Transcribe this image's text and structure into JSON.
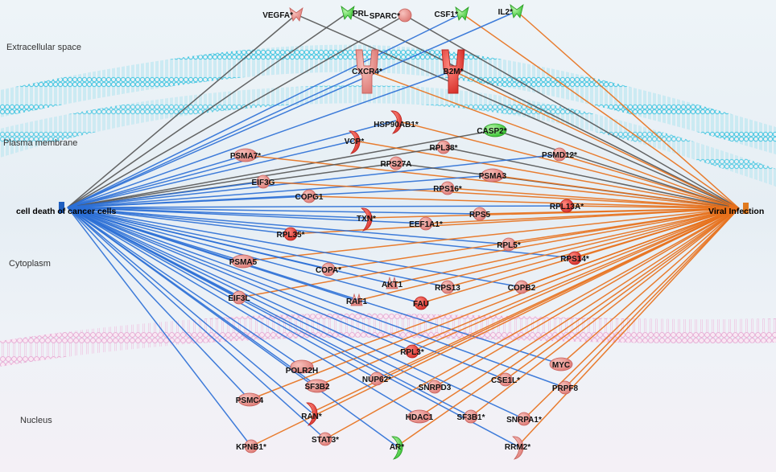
{
  "locations": {
    "extracellular": "Extracellular space",
    "plasma_membrane": "Plasma membrane",
    "cytoplasm": "Cytoplasm",
    "nucleus": "Nucleus"
  },
  "endpoints": {
    "left": "cell death of cancer cells",
    "right": "Viral Infection"
  },
  "colors": {
    "left_edges": "#2b6fd6",
    "right_edges": "#e8701a",
    "mixed_edges": "#555555",
    "node_red": "#e8453c",
    "node_pink": "#e88a8a",
    "node_green": "#4cd64a",
    "left_box": "#1f5fbf",
    "right_box": "#e07a1f"
  },
  "nodes": [
    {
      "key": "vegfa",
      "label": "VEGFA*",
      "shape": "ligand",
      "color": "pink"
    },
    {
      "key": "prl",
      "label": "PRL",
      "shape": "ligand",
      "color": "green"
    },
    {
      "key": "sparc",
      "label": "SPARC*",
      "shape": "circle",
      "color": "pink"
    },
    {
      "key": "csf1",
      "label": "CSF1*",
      "shape": "ligand",
      "color": "green"
    },
    {
      "key": "il2",
      "label": "IL2*",
      "shape": "ligand",
      "color": "green"
    },
    {
      "key": "cxcr4",
      "label": "CXCR4*",
      "shape": "receptor",
      "color": "pink"
    },
    {
      "key": "b2m",
      "label": "B2M*",
      "shape": "receptor",
      "color": "red"
    },
    {
      "key": "hsp90ab1",
      "label": "HSP90AB1*",
      "shape": "crescent",
      "color": "red"
    },
    {
      "key": "casp2",
      "label": "CASP2*",
      "shape": "ellipse",
      "color": "green"
    },
    {
      "key": "vcp",
      "label": "VCP*",
      "shape": "crescent",
      "color": "red"
    },
    {
      "key": "psma7",
      "label": "PSMA7*",
      "shape": "ellipse",
      "color": "pink"
    },
    {
      "key": "rpl38",
      "label": "RPL38*",
      "shape": "circle",
      "color": "pink"
    },
    {
      "key": "psmd12",
      "label": "PSMD12*",
      "shape": "circle",
      "color": "pink"
    },
    {
      "key": "rps27a",
      "label": "RPS27A",
      "shape": "circle",
      "color": "pink"
    },
    {
      "key": "psma3",
      "label": "PSMA3",
      "shape": "ellipse",
      "color": "pink"
    },
    {
      "key": "eif3g",
      "label": "EIF3G",
      "shape": "circle",
      "color": "pink"
    },
    {
      "key": "rps16",
      "label": "RPS16*",
      "shape": "circle",
      "color": "pink"
    },
    {
      "key": "copg1",
      "label": "COPG1",
      "shape": "circle",
      "color": "pink"
    },
    {
      "key": "rpl13a",
      "label": "RPL13A*",
      "shape": "circle",
      "color": "red"
    },
    {
      "key": "txn",
      "label": "TXN*",
      "shape": "crescent",
      "color": "red"
    },
    {
      "key": "rps5",
      "label": "RPS5",
      "shape": "circle",
      "color": "pink"
    },
    {
      "key": "eef1a1",
      "label": "EEF1A1*",
      "shape": "circle",
      "color": "pink"
    },
    {
      "key": "rpl35",
      "label": "RPL35*",
      "shape": "circle",
      "color": "red"
    },
    {
      "key": "rpl5",
      "label": "RPL5*",
      "shape": "circle",
      "color": "pink"
    },
    {
      "key": "rps14",
      "label": "RPS14*",
      "shape": "circle",
      "color": "red"
    },
    {
      "key": "psma5",
      "label": "PSMA5",
      "shape": "ellipse",
      "color": "pink"
    },
    {
      "key": "copa",
      "label": "COPA*",
      "shape": "circle",
      "color": "pink"
    },
    {
      "key": "akt1",
      "label": "AKT1",
      "shape": "trimer",
      "color": "pink"
    },
    {
      "key": "rps13",
      "label": "RPS13",
      "shape": "circle",
      "color": "pink"
    },
    {
      "key": "copb2",
      "label": "COPB2",
      "shape": "circle",
      "color": "pink"
    },
    {
      "key": "eif3l",
      "label": "EIF3L",
      "shape": "circle",
      "color": "pink"
    },
    {
      "key": "raf1",
      "label": "RAF1",
      "shape": "trimer",
      "color": "pink"
    },
    {
      "key": "fau",
      "label": "FAU",
      "shape": "circle",
      "color": "red"
    },
    {
      "key": "rpl3",
      "label": "RPL3*",
      "shape": "circle",
      "color": "red"
    },
    {
      "key": "polr2h",
      "label": "POLR2H",
      "shape": "ellipse",
      "color": "pink"
    },
    {
      "key": "myc",
      "label": "MYC",
      "shape": "ellipse",
      "color": "pink"
    },
    {
      "key": "nup62",
      "label": "NUP62*",
      "shape": "circle",
      "color": "pink"
    },
    {
      "key": "sf3b2",
      "label": "SF3B2",
      "shape": "ellipse",
      "color": "pink"
    },
    {
      "key": "snrpd3",
      "label": "SNRPD3",
      "shape": "circle",
      "color": "pink"
    },
    {
      "key": "cse1l",
      "label": "CSE1L*",
      "shape": "circle",
      "color": "pink"
    },
    {
      "key": "prpf8",
      "label": "PRPF8",
      "shape": "circle",
      "color": "pink"
    },
    {
      "key": "psmc4",
      "label": "PSMC4",
      "shape": "ellipse",
      "color": "pink"
    },
    {
      "key": "ran",
      "label": "RAN*",
      "shape": "crescent",
      "color": "red"
    },
    {
      "key": "hdac1",
      "label": "HDAC1",
      "shape": "ellipse",
      "color": "pink"
    },
    {
      "key": "sf3b1",
      "label": "SF3B1*",
      "shape": "circle",
      "color": "pink"
    },
    {
      "key": "snrpa1",
      "label": "SNRPA1*",
      "shape": "circle",
      "color": "pink"
    },
    {
      "key": "kpnb1",
      "label": "KPNB1*",
      "shape": "circle",
      "color": "pink"
    },
    {
      "key": "stat3",
      "label": "STAT3*",
      "shape": "circle",
      "color": "pink"
    },
    {
      "key": "ar",
      "label": "AR*",
      "shape": "crescent",
      "color": "green"
    },
    {
      "key": "rrm2",
      "label": "RRM2*",
      "shape": "crescent",
      "color": "pink"
    }
  ]
}
